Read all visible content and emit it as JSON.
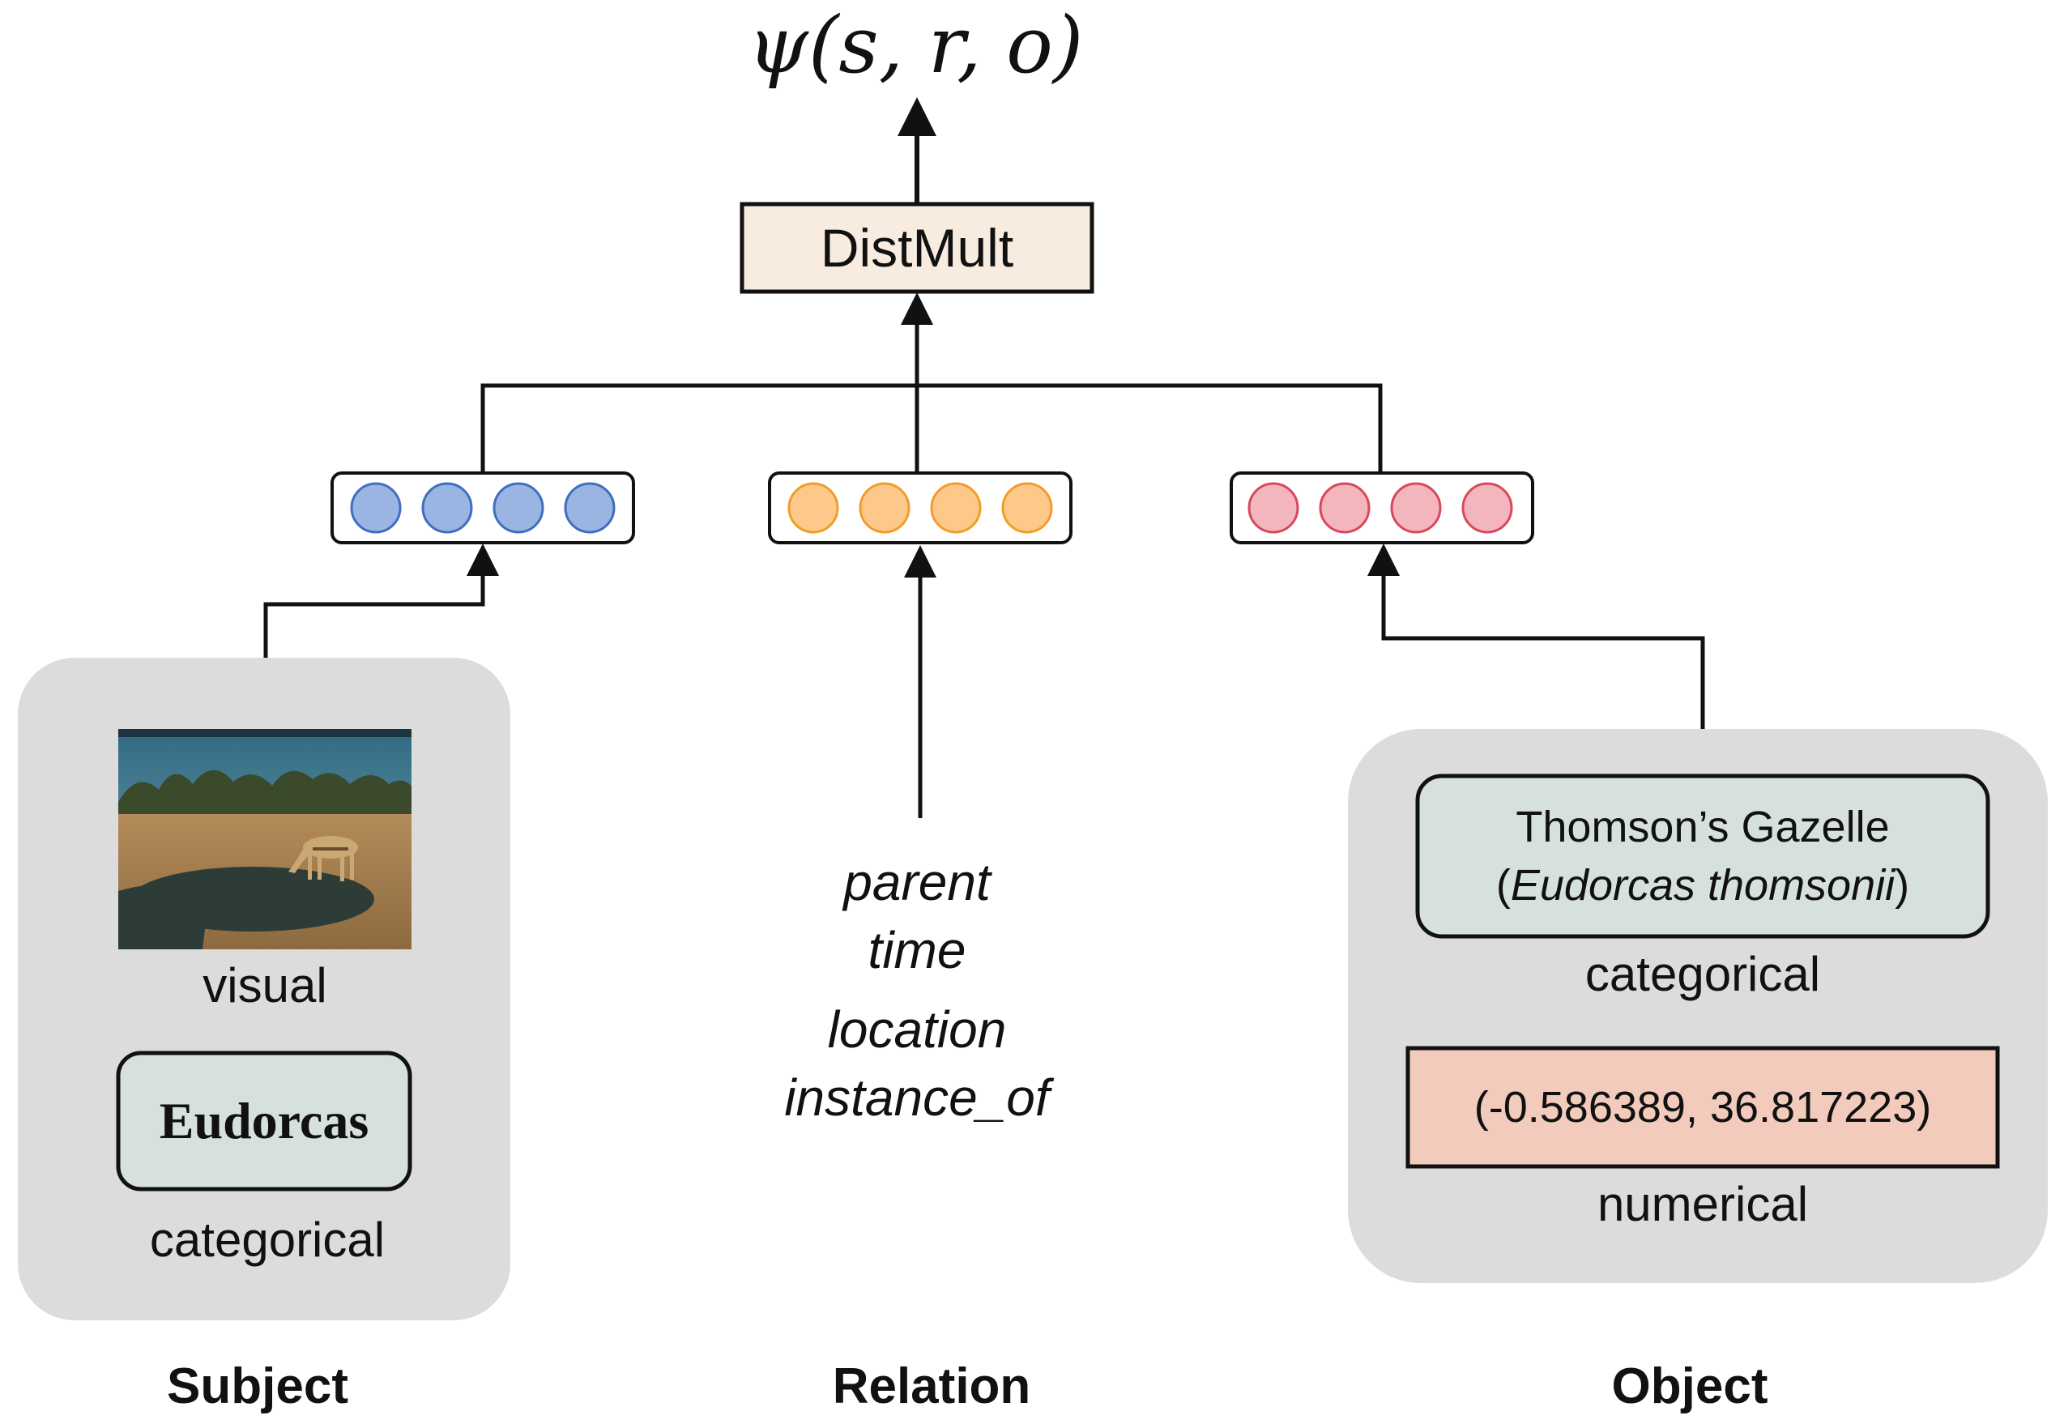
{
  "score_function": "ψ(s, r, o)",
  "model_box": "DistMult",
  "subject": {
    "title": "Subject",
    "visual_caption": "visual",
    "categorical_value": "Eudorcas",
    "categorical_caption": "categorical"
  },
  "relation": {
    "title": "Relation",
    "types": [
      "parent",
      "time",
      "location",
      "instance_of"
    ]
  },
  "object": {
    "title": "Object",
    "categorical_name": "Thomson’s Gazelle",
    "categorical_scientific": "Eudorcas thomsonii",
    "categorical_caption": "categorical",
    "numerical_value": "(-0.586389, 36.817223)",
    "numerical_caption": "numerical"
  },
  "colors": {
    "subject_embedding": "#9bb5e2",
    "relation_embedding": "#fcc98a",
    "object_embedding": "#f4b6bd",
    "distmult_fill": "#f8ece1",
    "panel_fill": "#dcdcdc",
    "categorical_fill": "#d7e1db",
    "numerical_fill": "#f2cbbd"
  }
}
